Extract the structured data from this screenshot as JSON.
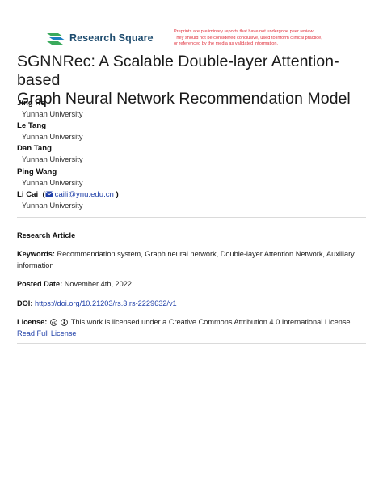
{
  "header": {
    "logo_text": "Research Square",
    "disclaimer_lines": [
      "Preprints are preliminary reports that have not undergone peer review.",
      "They should not be considered conclusive, used to inform clinical practice,",
      "or referenced by the media as validated information."
    ]
  },
  "paper": {
    "title_line1": "SGNNRec: A Scalable Double-layer Attention-based",
    "title_line2": "Graph Neural Network Recommendation Model"
  },
  "authors": [
    {
      "name": "Jing He",
      "affiliation": "Yunnan University"
    },
    {
      "name": "Le Tang",
      "affiliation": "Yunnan University"
    },
    {
      "name": "Dan Tang",
      "affiliation": "Yunnan University"
    },
    {
      "name": "Ping Wang",
      "affiliation": "Yunnan University"
    },
    {
      "name": "Li Cai",
      "email": "caili@ynu.edu.cn",
      "affiliation": "Yunnan University"
    }
  ],
  "article_type": "Research Article",
  "keywords": {
    "label": "Keywords:",
    "line1": "Recommendation system, Graph neural network, Double-layer Attention Network, Auxiliary",
    "line2": "information"
  },
  "posted": {
    "label": "Posted Date:",
    "value": "November 4th, 2022"
  },
  "doi": {
    "label": "DOI:",
    "value": "https://doi.org/10.21203/rs.3.rs-2229632/v1"
  },
  "license": {
    "label": "License:",
    "text": "This work is licensed under a Creative Commons Attribution 4.0 International License.",
    "link_text": "Read Full License"
  },
  "colors": {
    "link": "#1f3fa8",
    "disclaimer": "#e0303c",
    "brand": "#1d4b6e",
    "logo_green": "#3aaa5c",
    "logo_blue": "#1d7fc1"
  },
  "icons": [
    "research-square-logo-icon",
    "mail-icon",
    "cc-icon",
    "by-icon"
  ]
}
